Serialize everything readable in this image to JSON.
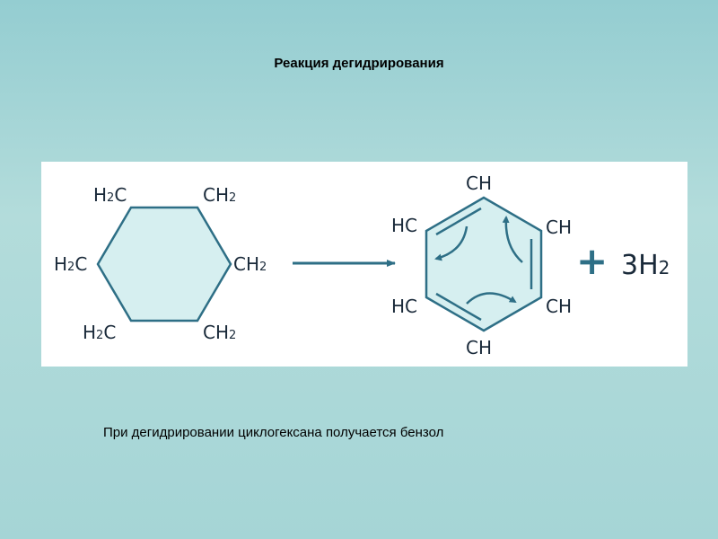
{
  "title": "Реакция дегидрирования",
  "caption": "При дегидрировании циклогексана получается бензол",
  "colors": {
    "ring_fill": "#d6eff0",
    "ring_stroke": "#2e6f86",
    "arrow": "#2e6f86",
    "plus": "#2e6f86",
    "text": "#1a2a3a"
  },
  "cyclohexane": {
    "atoms": [
      {
        "base": "H",
        "sub": "2",
        "tail": "C"
      },
      {
        "base": "CH",
        "sub": "2",
        "tail": ""
      },
      {
        "base": "H",
        "sub": "2",
        "tail": "C"
      },
      {
        "base": "CH",
        "sub": "2",
        "tail": ""
      },
      {
        "base": "H",
        "sub": "2",
        "tail": "C"
      },
      {
        "base": "CH",
        "sub": "2",
        "tail": ""
      }
    ]
  },
  "benzene": {
    "atoms": [
      "CH",
      "HC",
      "CH",
      "HC",
      "CH",
      "CH"
    ]
  },
  "product": {
    "plus": "+",
    "coef": "3",
    "base": "H",
    "sub": "2"
  }
}
